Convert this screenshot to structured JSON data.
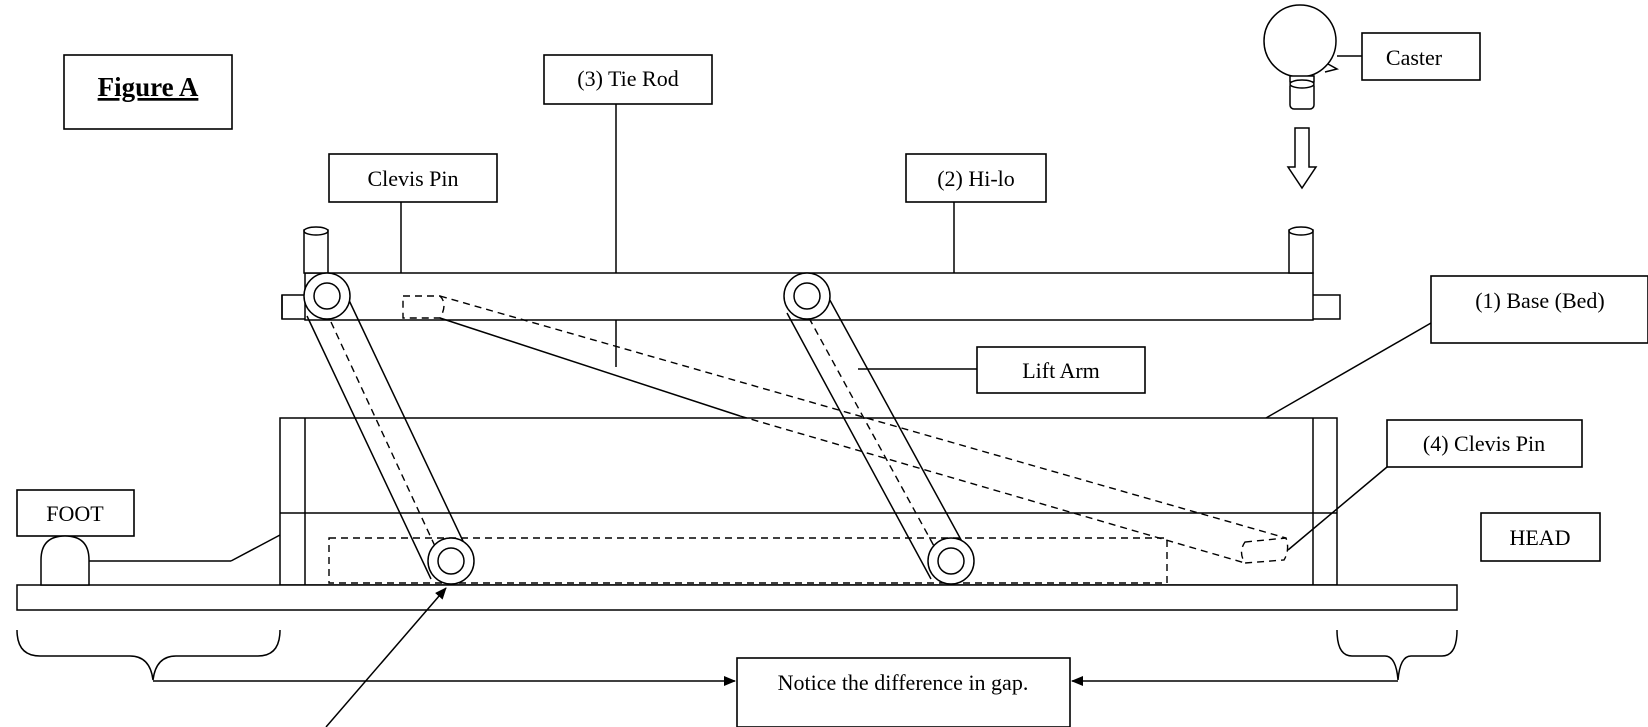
{
  "figure_title": "Figure A",
  "labels": {
    "tie_rod": "(3) Tie Rod",
    "caster": "Caster",
    "clevis_pin_top": "Clevis Pin",
    "hi_lo": "(2) Hi-lo",
    "base_bed": "(1) Base (Bed)",
    "lift_arm": "Lift Arm",
    "clevis_pin_4": "(4) Clevis Pin",
    "foot": "FOOT",
    "head": "HEAD",
    "gap_note": "Notice the difference in gap."
  },
  "icons": {
    "caster": "caster-wheel-icon",
    "down_arrow": "down-arrow-icon"
  }
}
